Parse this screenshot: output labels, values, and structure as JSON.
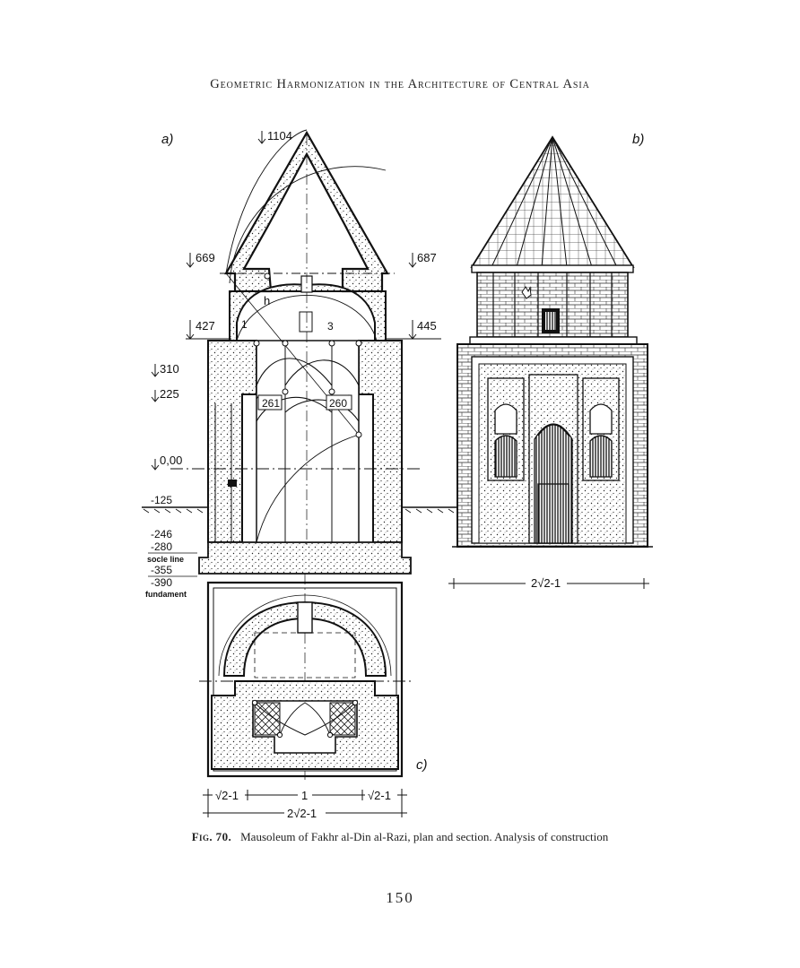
{
  "header": {
    "running_title": "Geometric Harmonization in the Architecture of Central Asia"
  },
  "panels": {
    "a": "a)",
    "b": "b)",
    "c": "c)"
  },
  "section_labels": {
    "top": "1104",
    "left_669": "669",
    "right_687": "687",
    "left_427": "427",
    "right_445": "445",
    "h": "h",
    "num1": "1",
    "num3": "3",
    "l310": "310",
    "l225": "225",
    "l261": "261",
    "l260": "260",
    "l000": "0,00",
    "l125": "-125",
    "l246": "-246",
    "l280": "-280",
    "socle": "socle line",
    "l355": "-355",
    "l390": "-390",
    "fundament": "fundament"
  },
  "elevation_dimension": "2√2-1",
  "plan_dimensions": {
    "left": "√2-1",
    "middle": "1",
    "right": "√2-1",
    "total": "2√2-1"
  },
  "caption": {
    "figure_label": "Fig. 70.",
    "text": "Mausoleum of Fakhr al-Din al-Razi, plan and section. Analysis of construction"
  },
  "page_number": "150"
}
